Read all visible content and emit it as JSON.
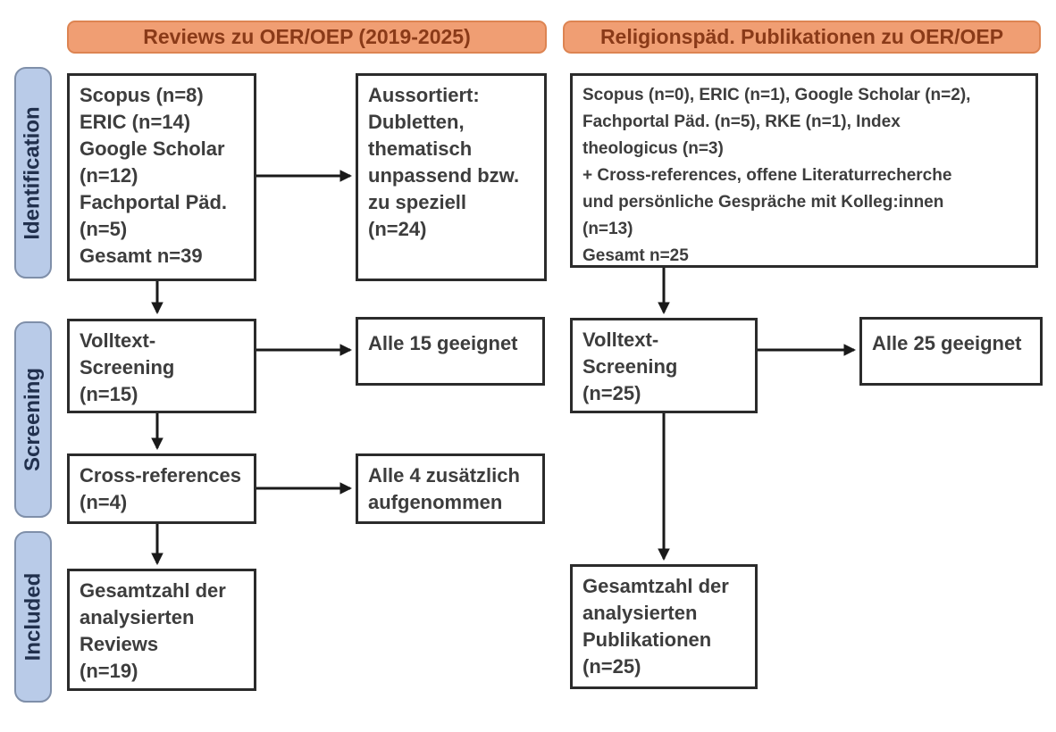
{
  "figure": {
    "type": "flow-diagram",
    "headers": {
      "left": "Reviews zu OER/OEP (2019-2025)",
      "right": "Religionspäd. Publikationen zu OER/OEP"
    },
    "stages": [
      {
        "id": "identification",
        "label": "Identification"
      },
      {
        "id": "screening",
        "label": "Screening"
      },
      {
        "id": "included",
        "label": "Included"
      }
    ],
    "nodes": {
      "reviews_sources": "Scopus (n=8)\nERIC (n=14)\nGoogle Scholar\n(n=12)\nFachportal Päd.\n(n=5)\nGesamt n=39",
      "reviews_excluded": "Aussortiert:\nDubletten,\nthematisch\nunpassend bzw.\nzu speziell\n(n=24)",
      "reviews_fulltext_screening": "Volltext-\nScreening\n(n=15)",
      "reviews_fulltext_result": "Alle 15 geeignet",
      "reviews_crossreferences": "Cross-references\n(n=4)",
      "reviews_crossreferences_result": "Alle 4 zusätzlich\naufgenommen",
      "reviews_included_total": "Gesamtzahl der\nanalysierten\nReviews\n(n=19)",
      "relpaed_sources": "Scopus (n=0), ERIC (n=1), Google Scholar (n=2),\nFachportal Päd. (n=5), RKE (n=1), Index\ntheologicus (n=3)\n+ Cross-references, offene Literaturrecherche\nund persönliche Gespräche mit Kolleg:innen\n(n=13)\nGesamt n=25",
      "relpaed_fulltext_screening": "Volltext-\nScreening\n(n=25)",
      "relpaed_fulltext_result": "Alle 25 geeignet",
      "relpaed_included_total": "Gesamtzahl der\nanalysierten\nPublikationen\n(n=25)"
    },
    "colors": {
      "header_fill": "#f09e73",
      "header_border": "#dd8452",
      "header_text": "#8a3a18",
      "stage_fill": "#b9cbe8",
      "stage_border": "#7f8fa9",
      "stage_text": "#21304d",
      "node_border": "#2b2b2b",
      "node_text": "#3d3d3d",
      "arrow": "#1a1a1a",
      "bg": "#ffffff"
    }
  }
}
